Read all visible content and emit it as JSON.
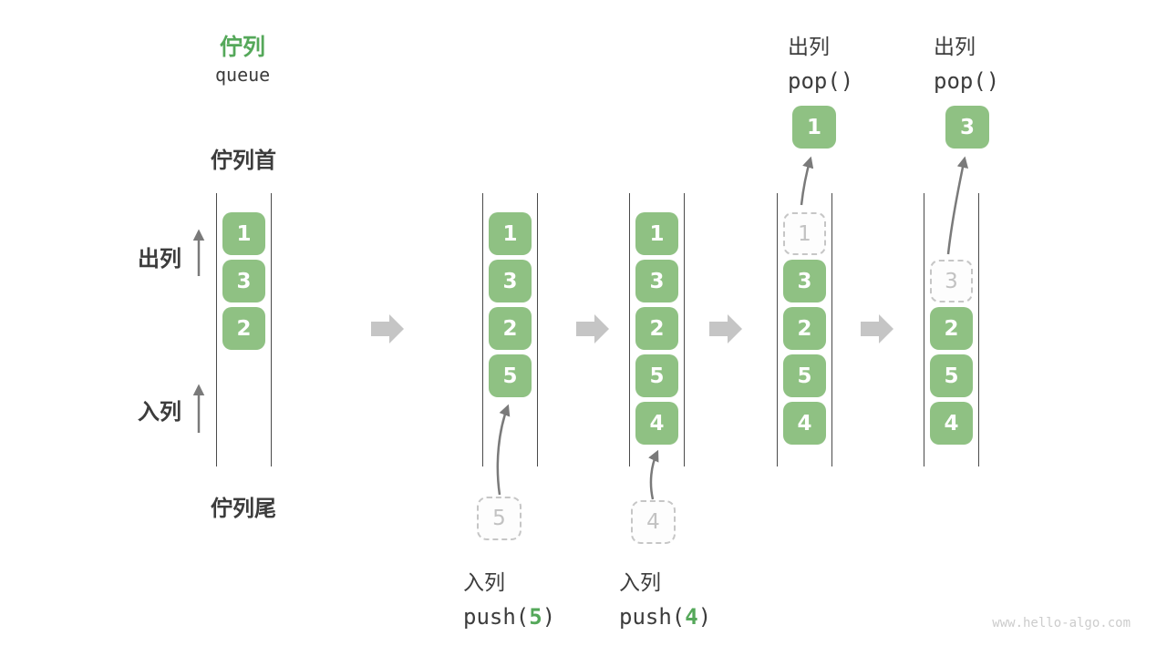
{
  "title": {
    "zh": "佇列",
    "en": "queue"
  },
  "side_labels": {
    "front": "佇列首",
    "rear": "佇列尾",
    "dequeue": "出列",
    "enqueue": "入列"
  },
  "columns": [
    {
      "boxes": [
        {
          "v": "1"
        },
        {
          "v": "3"
        },
        {
          "v": "2"
        }
      ]
    },
    {
      "boxes": [
        {
          "v": "1"
        },
        {
          "v": "3"
        },
        {
          "v": "2"
        },
        {
          "v": "5"
        }
      ]
    },
    {
      "boxes": [
        {
          "v": "1"
        },
        {
          "v": "3"
        },
        {
          "v": "2"
        },
        {
          "v": "5"
        },
        {
          "v": "4"
        }
      ]
    },
    {
      "boxes": [
        {
          "v": "1",
          "ghost": true
        },
        {
          "v": "3"
        },
        {
          "v": "2"
        },
        {
          "v": "5"
        },
        {
          "v": "4"
        }
      ]
    },
    {
      "boxes": [
        {
          "v": "3",
          "ghost": true
        },
        {
          "v": "2"
        },
        {
          "v": "5"
        },
        {
          "v": "4"
        }
      ]
    }
  ],
  "operations": {
    "push5": {
      "label": "入列",
      "pre": "push(",
      "arg": "5",
      "post": ")",
      "staged": "5"
    },
    "push4": {
      "label": "入列",
      "pre": "push(",
      "arg": "4",
      "post": ")",
      "staged": "4"
    },
    "pop1": {
      "label": "出列",
      "code": "pop()",
      "result": "1"
    },
    "pop3": {
      "label": "出列",
      "code": "pop()",
      "result": "3"
    }
  },
  "watermark": "www.hello-algo.com",
  "colors": {
    "box_green": "#8FC183",
    "accent_green": "#55A85A",
    "text_dark": "#3C3C3C",
    "rail_dark": "#4A4A4A",
    "block_arrow_gray": "#C5C5C5",
    "thin_arrow_gray": "#7A7A7A",
    "ghost_gray": "#C2C2C2"
  }
}
